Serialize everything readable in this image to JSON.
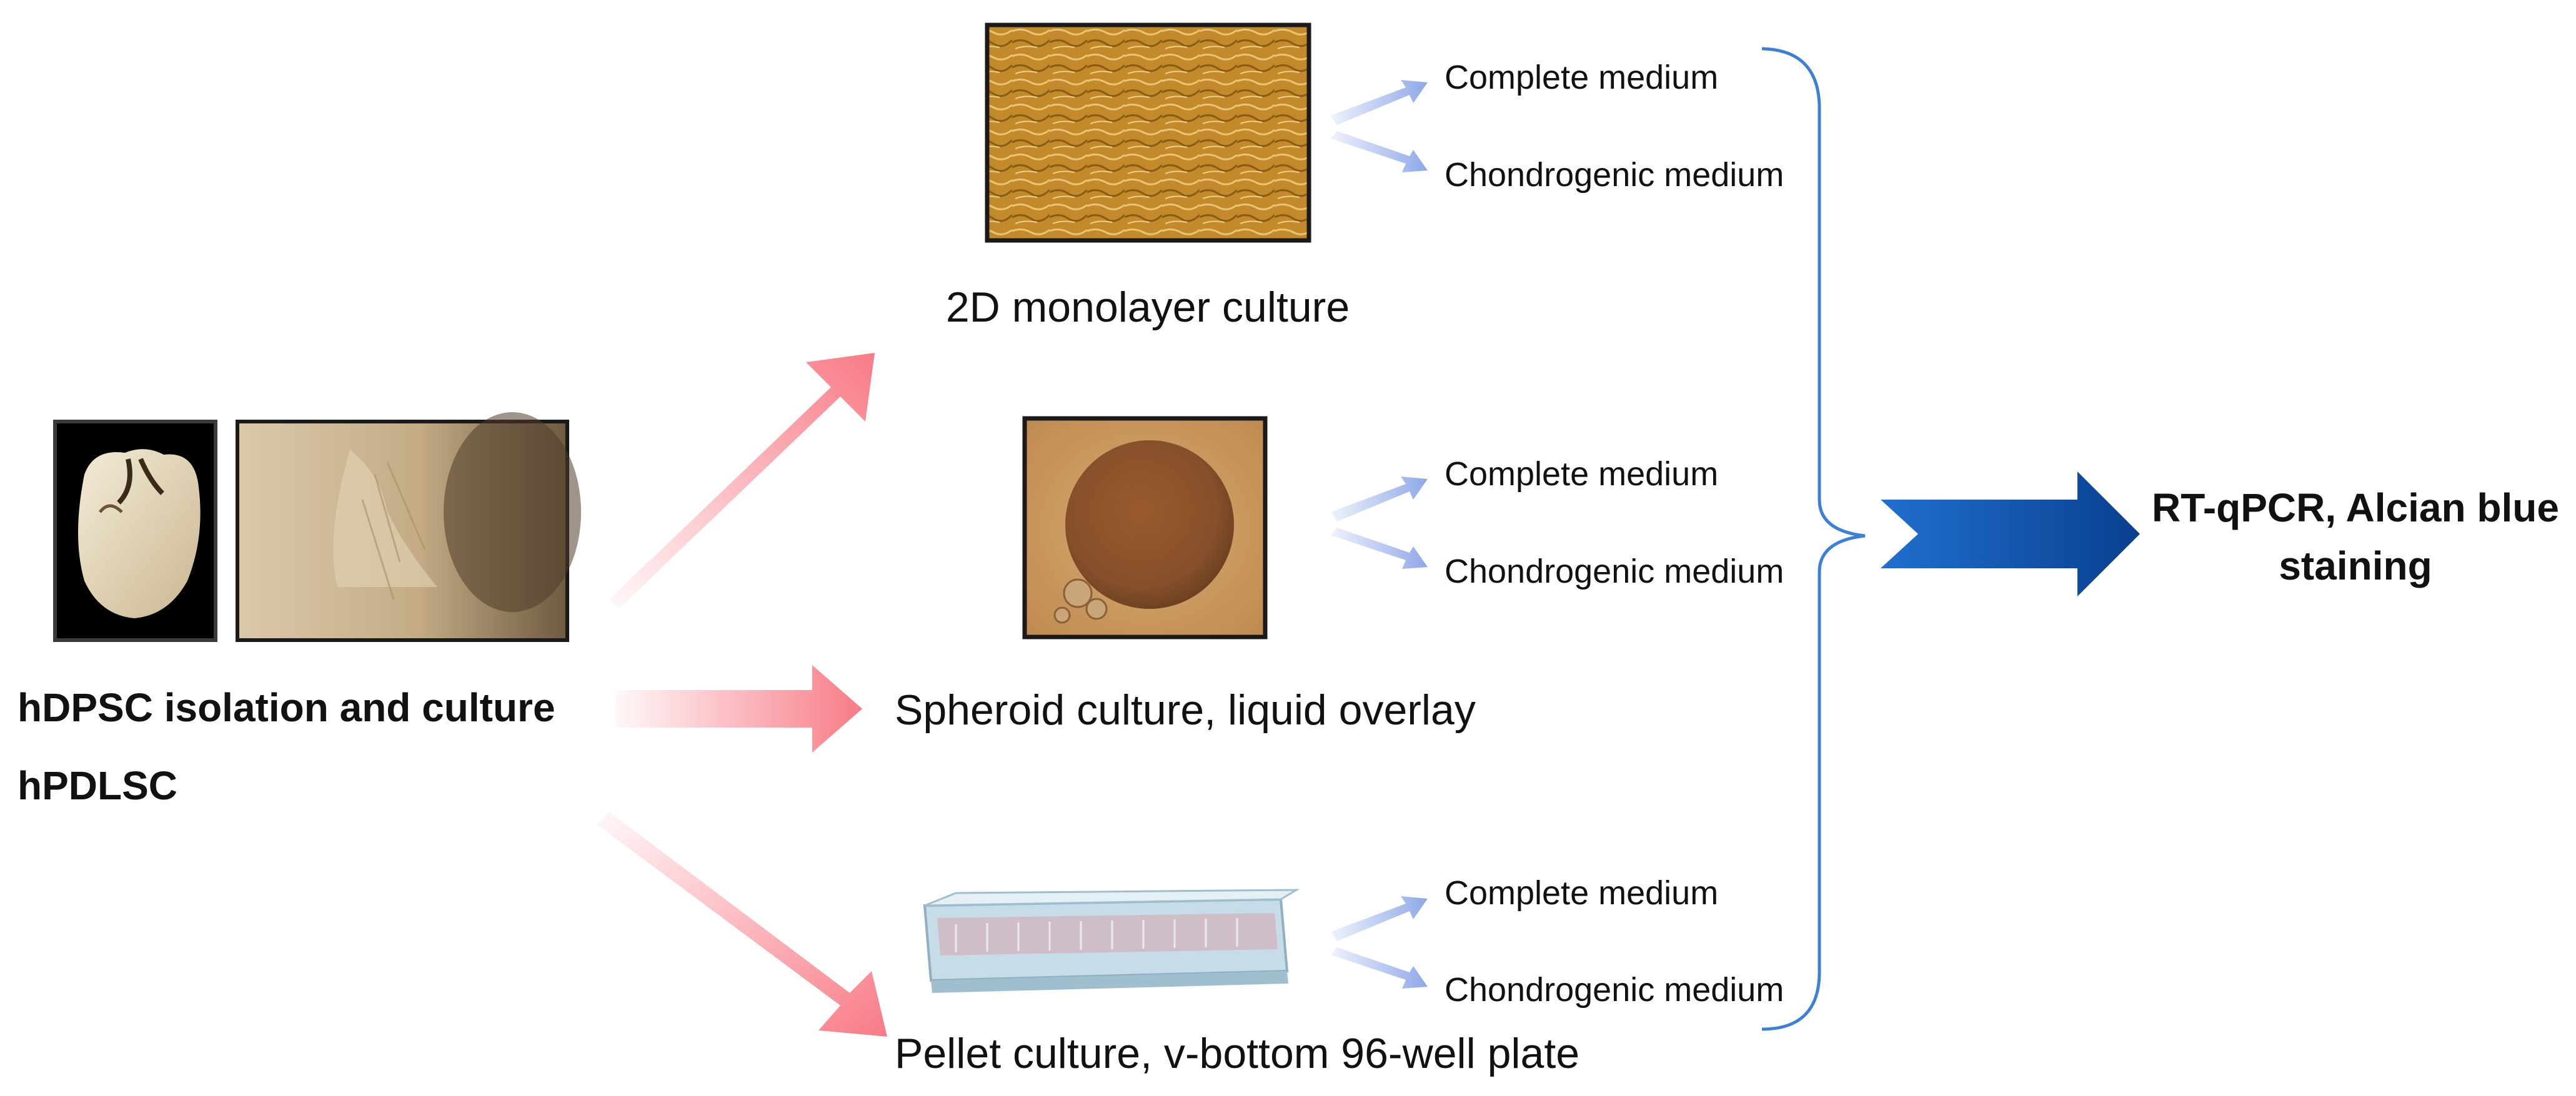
{
  "source": {
    "title": "hDPSC isolation and culture",
    "subtitle": "hPDLSC",
    "images": [
      "tooth-photo",
      "tissue-explant-micrograph"
    ]
  },
  "cultures": [
    {
      "label": "2D monolayer culture",
      "image": "monolayer-micrograph",
      "media": [
        "Complete medium",
        "Chondrogenic medium"
      ]
    },
    {
      "label": "Spheroid culture, liquid overlay",
      "image": "spheroid-micrograph",
      "media": [
        "Complete medium",
        "Chondrogenic medium"
      ]
    },
    {
      "label": "Pellet culture, v-bottom 96-well plate",
      "image": "96-well-plate-photo",
      "media": [
        "Complete medium",
        "Chondrogenic medium"
      ]
    }
  ],
  "output": {
    "line1": "RT-qPCR, Alcian blue",
    "line2": "staining"
  },
  "colors": {
    "pink_arrow": "#f87b86",
    "blue_small_arrow": "#8fa8e8",
    "blue_big_arrow": "#0b4da2",
    "bracket": "#3b7fd6",
    "monolayer": "#c28a2a",
    "spheroid_bg": "#c9985e",
    "spheroid_core": "#8a5028"
  }
}
